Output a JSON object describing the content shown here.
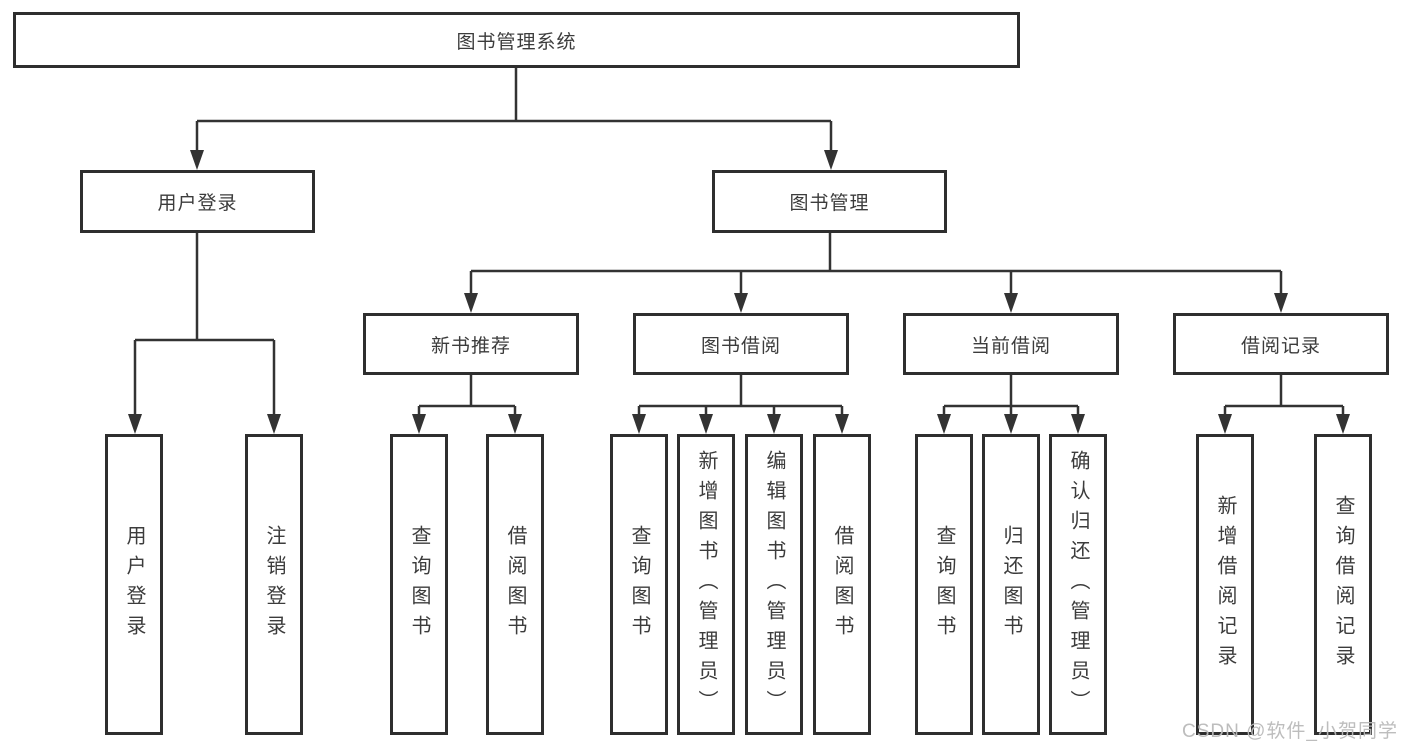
{
  "diagram": {
    "root": "图书管理系统",
    "branches": {
      "user_login": "用户登录",
      "book_management": "图书管理"
    },
    "modules": {
      "new_book_recommend": "新书推荐",
      "book_borrowing": "图书借阅",
      "current_borrowing": "当前借阅",
      "borrowing_records": "借阅记录"
    },
    "leaves": [
      "用户登录",
      "注销登录",
      "查询图书",
      "借阅图书",
      "查询图书",
      "新增图书（管理员）",
      "编辑图书（管理员）",
      "借阅图书",
      "查询图书",
      "归还图书",
      "确认归还（管理员）",
      "新增借阅记录",
      "查询借阅记录"
    ],
    "line_color": "#333333",
    "border_color": "#2e2e2e"
  },
  "watermark": "CSDN @软件_小贺同学"
}
